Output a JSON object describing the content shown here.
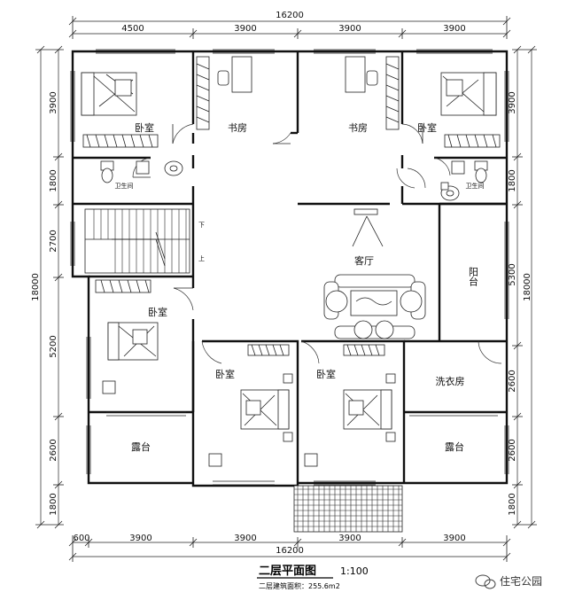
{
  "dimensions": {
    "top_total": "16200",
    "top_segments": [
      "4500",
      "3900",
      "3900",
      "3900"
    ],
    "bottom_total": "16200",
    "bottom_segments": [
      "600",
      "3900",
      "3900",
      "3900",
      "3900"
    ],
    "left_total": "18000",
    "left_segments": [
      "3900",
      "1800",
      "2700",
      "5200",
      "2600",
      "1800"
    ],
    "right_total": "18000",
    "right_segments": [
      "3900",
      "1800",
      "5300",
      "2600",
      "2600",
      "1800"
    ]
  },
  "rooms": {
    "bedroom_top_left": "卧室",
    "study_left": "书房",
    "study_right": "书房",
    "bedroom_top_right": "卧室",
    "bath_left": "卫生间",
    "bath_right": "卫生间",
    "living_room": "客厅",
    "stair_down": "下",
    "stair_up": "上",
    "bedroom_mid_left": "卧室",
    "balcony": "阳台",
    "bedroom_bottom_left": "卧室",
    "bedroom_bottom_right": "卧室",
    "laundry": "洗衣房",
    "terrace_left": "露台",
    "terrace_right": "露台"
  },
  "caption": {
    "title": "二层平面图",
    "scale": "1:100",
    "area": "二层建筑面积：255.6m2"
  },
  "watermark": "住宅公园"
}
